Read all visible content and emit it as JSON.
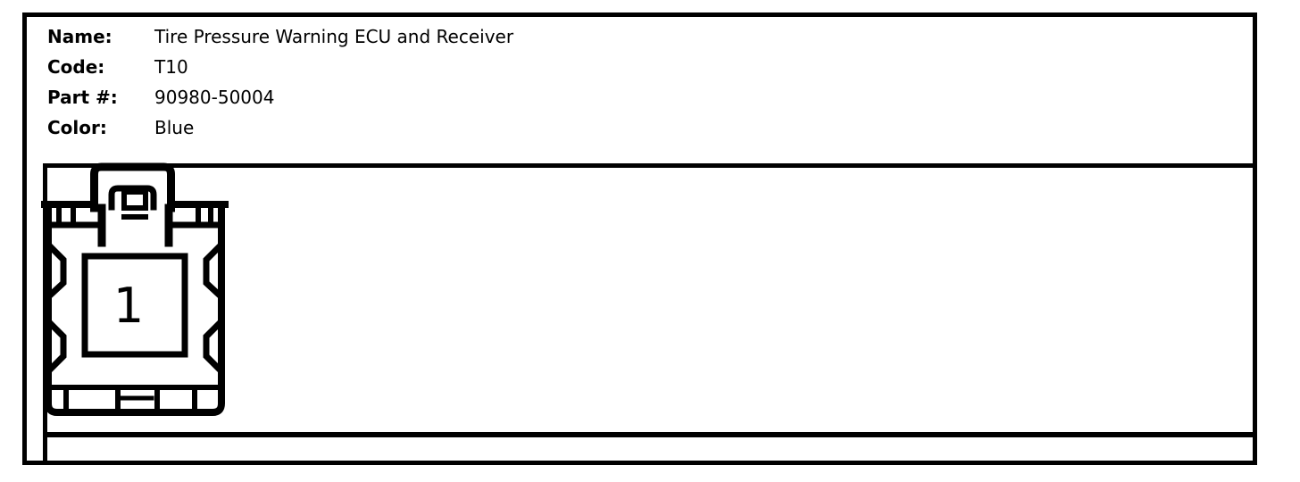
{
  "info": {
    "fields": [
      {
        "label": "Name:",
        "value": "Tire Pressure Warning ECU and Receiver"
      },
      {
        "label": "Code:",
        "value": "T10"
      },
      {
        "label": "Part #:",
        "value": "90980-50004"
      },
      {
        "label": "Color:",
        "value": "Blue"
      }
    ]
  },
  "connector": {
    "pin_label": "1",
    "line_color": "#000000",
    "fill_color": "#ffffff"
  }
}
